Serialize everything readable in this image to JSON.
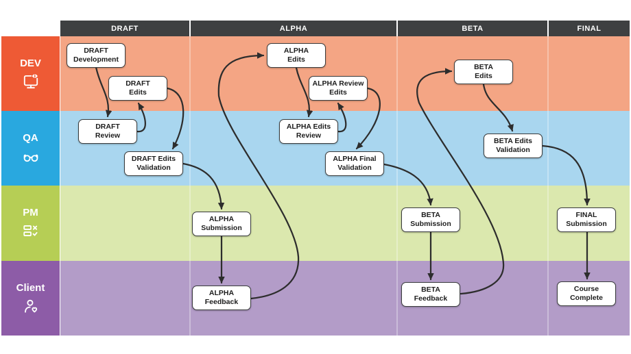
{
  "diagram": {
    "colors": {
      "header_bg": "#3e4041",
      "edge": "#2d2d2d",
      "node_bg": "#ffffff",
      "node_border": "#3a3c3d"
    },
    "phases": [
      {
        "label": "DRAFT"
      },
      {
        "label": "ALPHA"
      },
      {
        "label": "BETA"
      },
      {
        "label": "FINAL"
      }
    ],
    "lanes": [
      {
        "label": "DEV",
        "icon": "monitor-code-icon",
        "color": "#ee5a35",
        "band_color": "#f4a584"
      },
      {
        "label": "QA",
        "icon": "glasses-icon",
        "color": "#29a8df",
        "band_color": "#a9d6ef"
      },
      {
        "label": "PM",
        "icon": "checklist-icon",
        "color": "#b6ce55",
        "band_color": "#dbe8ae"
      },
      {
        "label": "Client",
        "icon": "person-heart-icon",
        "color": "#8d5ca7",
        "band_color": "#b39cc8"
      }
    ],
    "nodes": [
      {
        "id": "draft-development",
        "lane": "DEV",
        "phase": "DRAFT",
        "lines": [
          "DRAFT",
          "Development"
        ]
      },
      {
        "id": "draft-edits",
        "lane": "DEV",
        "phase": "DRAFT",
        "lines": [
          "DRAFT",
          "Edits"
        ]
      },
      {
        "id": "draft-review",
        "lane": "QA",
        "phase": "DRAFT",
        "lines": [
          "DRAFT",
          "Review"
        ]
      },
      {
        "id": "draft-edits-validation",
        "lane": "QA",
        "phase": "DRAFT",
        "lines": [
          "DRAFT Edits",
          "Validation"
        ]
      },
      {
        "id": "alpha-edits",
        "lane": "DEV",
        "phase": "ALPHA",
        "lines": [
          "ALPHA",
          "Edits"
        ]
      },
      {
        "id": "alpha-review-edits",
        "lane": "DEV",
        "phase": "ALPHA",
        "lines": [
          "ALPHA Review",
          "Edits"
        ]
      },
      {
        "id": "alpha-edits-review",
        "lane": "QA",
        "phase": "ALPHA",
        "lines": [
          "ALPHA Edits",
          "Review"
        ]
      },
      {
        "id": "alpha-final-validation",
        "lane": "QA",
        "phase": "ALPHA",
        "lines": [
          "ALPHA Final",
          "Validation"
        ]
      },
      {
        "id": "alpha-submission",
        "lane": "PM",
        "phase": "ALPHA",
        "lines": [
          "ALPHA",
          "Submission"
        ]
      },
      {
        "id": "alpha-feedback",
        "lane": "Client",
        "phase": "ALPHA",
        "lines": [
          "ALPHA",
          "Feedback"
        ]
      },
      {
        "id": "beta-edits",
        "lane": "DEV",
        "phase": "BETA",
        "lines": [
          "BETA",
          "Edits"
        ]
      },
      {
        "id": "beta-edits-validation",
        "lane": "QA",
        "phase": "BETA",
        "lines": [
          "BETA Edits",
          "Validation"
        ]
      },
      {
        "id": "beta-submission",
        "lane": "PM",
        "phase": "BETA",
        "lines": [
          "BETA",
          "Submission"
        ]
      },
      {
        "id": "beta-feedback",
        "lane": "Client",
        "phase": "BETA",
        "lines": [
          "BETA",
          "Feedback"
        ]
      },
      {
        "id": "final-submission",
        "lane": "PM",
        "phase": "FINAL",
        "lines": [
          "FINAL",
          "Submission"
        ]
      },
      {
        "id": "course-complete",
        "lane": "Client",
        "phase": "FINAL",
        "lines": [
          "Course",
          "Complete"
        ]
      }
    ],
    "edges": [
      {
        "from": "draft-development",
        "to": "draft-review"
      },
      {
        "from": "draft-review",
        "to": "draft-edits"
      },
      {
        "from": "draft-edits",
        "to": "draft-edits-validation"
      },
      {
        "from": "draft-edits-validation",
        "to": "alpha-submission"
      },
      {
        "from": "alpha-submission",
        "to": "alpha-feedback"
      },
      {
        "from": "alpha-feedback",
        "to": "alpha-edits"
      },
      {
        "from": "alpha-edits",
        "to": "alpha-edits-review"
      },
      {
        "from": "alpha-edits-review",
        "to": "alpha-review-edits"
      },
      {
        "from": "alpha-review-edits",
        "to": "alpha-final-validation"
      },
      {
        "from": "alpha-final-validation",
        "to": "beta-submission"
      },
      {
        "from": "beta-submission",
        "to": "beta-feedback"
      },
      {
        "from": "beta-feedback",
        "to": "beta-edits"
      },
      {
        "from": "beta-edits",
        "to": "beta-edits-validation"
      },
      {
        "from": "beta-edits-validation",
        "to": "final-submission"
      },
      {
        "from": "final-submission",
        "to": "course-complete"
      }
    ]
  }
}
